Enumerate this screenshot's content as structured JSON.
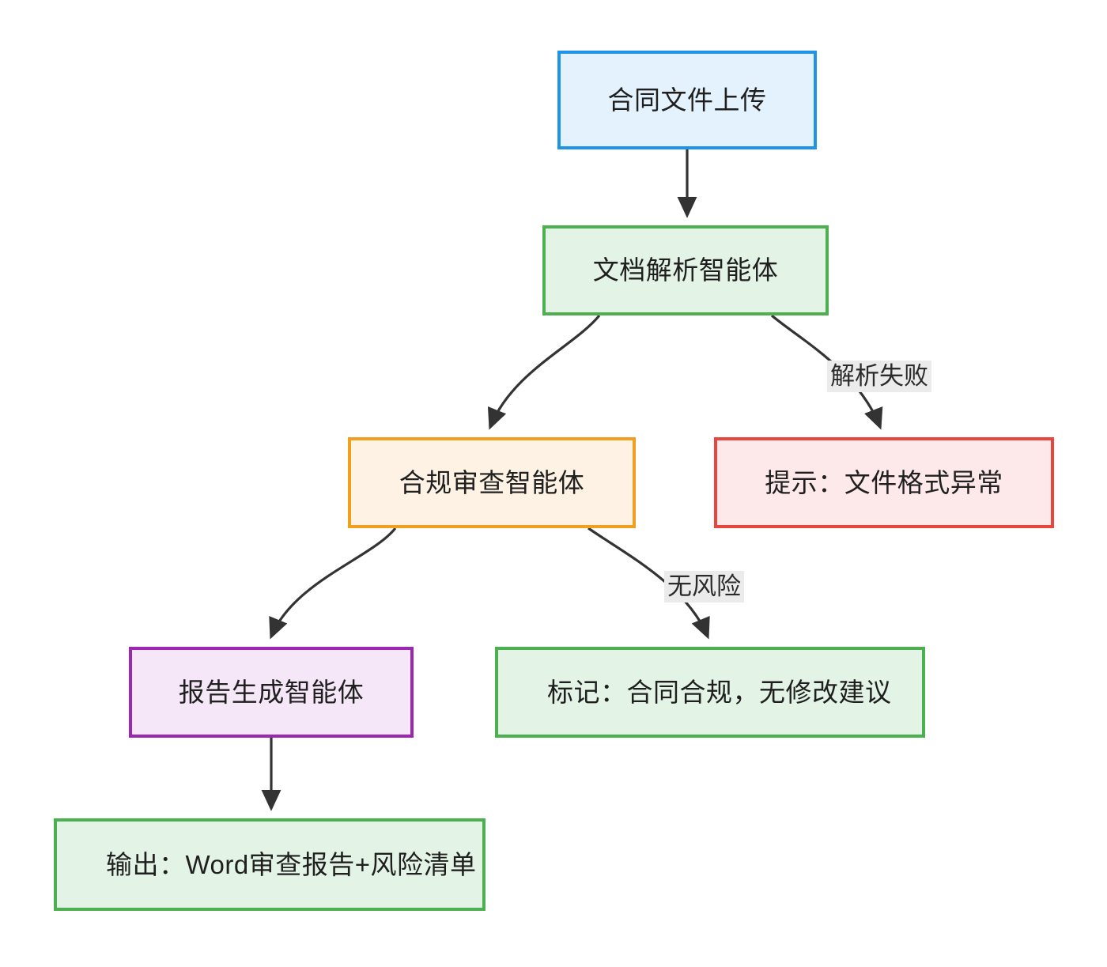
{
  "diagram": {
    "type": "flowchart",
    "direction": "top-down",
    "background": "#ffffff",
    "nodes": [
      {
        "id": "upload",
        "label": "合同文件上传",
        "shape": "rectangle",
        "border_color": "#1e93e8",
        "fill_color": "#e3f2fd"
      },
      {
        "id": "parse",
        "label": "文档解析智能体",
        "shape": "rectangle",
        "border_color": "#4caf50",
        "fill_color": "#e3f3e5"
      },
      {
        "id": "review",
        "label": "合规审查智能体",
        "shape": "rectangle",
        "border_color": "#f0a01e",
        "fill_color": "#fdf2e3"
      },
      {
        "id": "error",
        "label": "提示：文件格式异常",
        "shape": "rectangle",
        "border_color": "#e8453c",
        "fill_color": "#fde8ea"
      },
      {
        "id": "report",
        "label": "报告生成智能体",
        "shape": "rectangle",
        "border_color": "#9c27b0",
        "fill_color": "#f5e6f8"
      },
      {
        "id": "compliant",
        "label": "标记：合同合规，无修改建议",
        "shape": "rectangle",
        "border_color": "#4caf50",
        "fill_color": "#e3f3e5",
        "text_clipped": true
      },
      {
        "id": "output",
        "label": "输出：Word审查报告+风险清单",
        "shape": "rectangle",
        "border_color": "#4caf50",
        "fill_color": "#e3f3e5",
        "text_clipped": true
      }
    ],
    "edges": [
      {
        "from": "upload",
        "to": "parse",
        "label": "",
        "style": "straight-arrow"
      },
      {
        "from": "parse",
        "to": "review",
        "label": "",
        "style": "curved-arrow"
      },
      {
        "from": "parse",
        "to": "error",
        "label": "解析失败",
        "style": "curved-arrow"
      },
      {
        "from": "review",
        "to": "report",
        "label": "",
        "style": "curved-arrow"
      },
      {
        "from": "review",
        "to": "compliant",
        "label": "无风险",
        "style": "curved-arrow"
      },
      {
        "from": "report",
        "to": "output",
        "label": "",
        "style": "straight-arrow"
      }
    ],
    "edge_labels": {
      "parse_fail": "解析失败",
      "no_risk": "无风险"
    },
    "edge_color": "#333333",
    "edge_label_background": "#ebebeb"
  }
}
